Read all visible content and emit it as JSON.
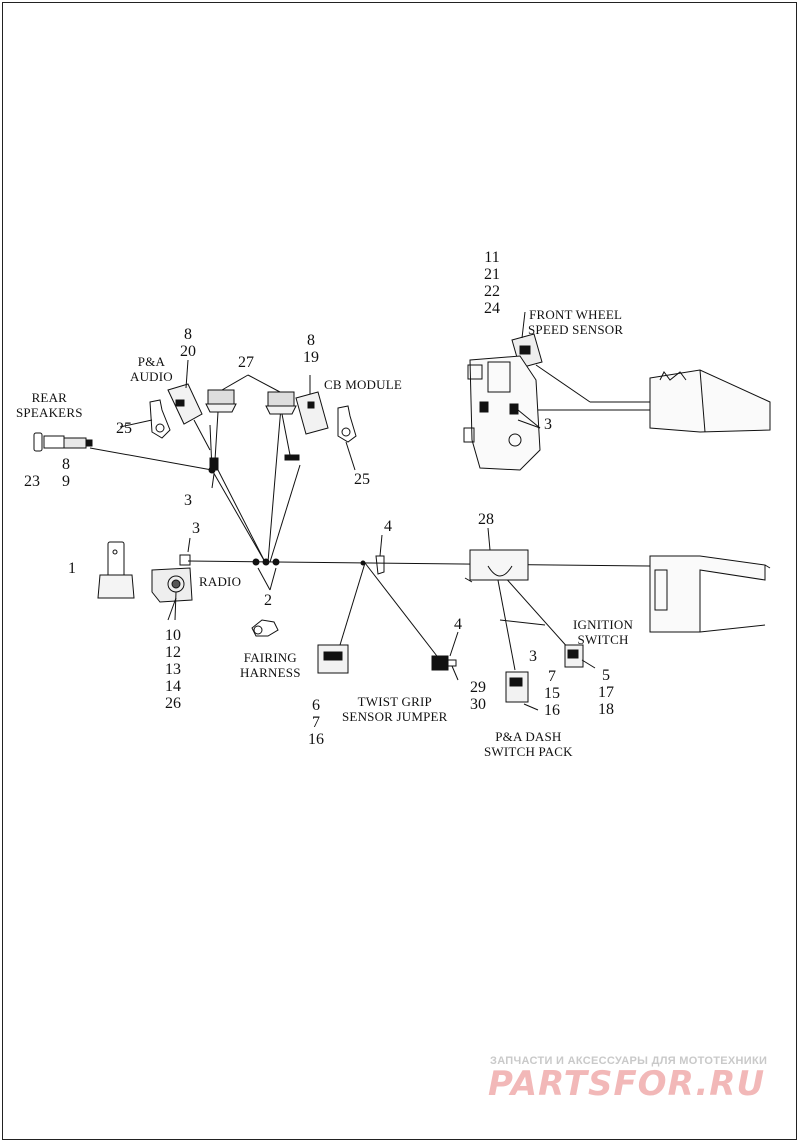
{
  "callouts": {
    "c1": "1",
    "c2": "2",
    "c3_radio": "3",
    "c3_rear": "3",
    "c3_front": "3",
    "c3_dash": "3",
    "c4_left": "4",
    "c4_right": "4",
    "c5_17_18": [
      "5",
      "17",
      "18"
    ],
    "c6_7_16": [
      "6",
      "7",
      "16"
    ],
    "c7_15_16": [
      "7",
      "15",
      "16"
    ],
    "c8_9": [
      "8",
      "9"
    ],
    "c8_19": [
      "8",
      "19"
    ],
    "c8_20": [
      "8",
      "20"
    ],
    "c10_26": [
      "10",
      "12",
      "13",
      "14",
      "26"
    ],
    "c11_24": [
      "11",
      "21",
      "22",
      "24"
    ],
    "c23": "23",
    "c25_left": "25",
    "c25_right": "25",
    "c27": "27",
    "c28": "28",
    "c29_30": [
      "29",
      "30"
    ]
  },
  "labels": {
    "rear_speakers": [
      "REAR",
      "SPEAKERS"
    ],
    "pa_audio": [
      "P&A",
      "AUDIO"
    ],
    "cb_module": "CB MODULE",
    "front_wheel_speed_sensor": [
      "FRONT WHEEL",
      "SPEED SENSOR"
    ],
    "radio": "RADIO",
    "fairing_harness": [
      "FAIRING",
      "HARNESS"
    ],
    "twist_grip_sensor_jumper": [
      "TWIST GRIP",
      "SENSOR JUMPER"
    ],
    "ignition_switch": [
      "IGNITION",
      "SWITCH"
    ],
    "pa_dash_switch_pack": [
      "P&A DASH",
      "SWITCH PACK"
    ]
  },
  "watermark": {
    "tagline": "ЗАПЧАСТИ И АКСЕССУАРЫ ДЛЯ МОТОТЕХНИКИ",
    "logo": "PARTSFOR.RU"
  }
}
